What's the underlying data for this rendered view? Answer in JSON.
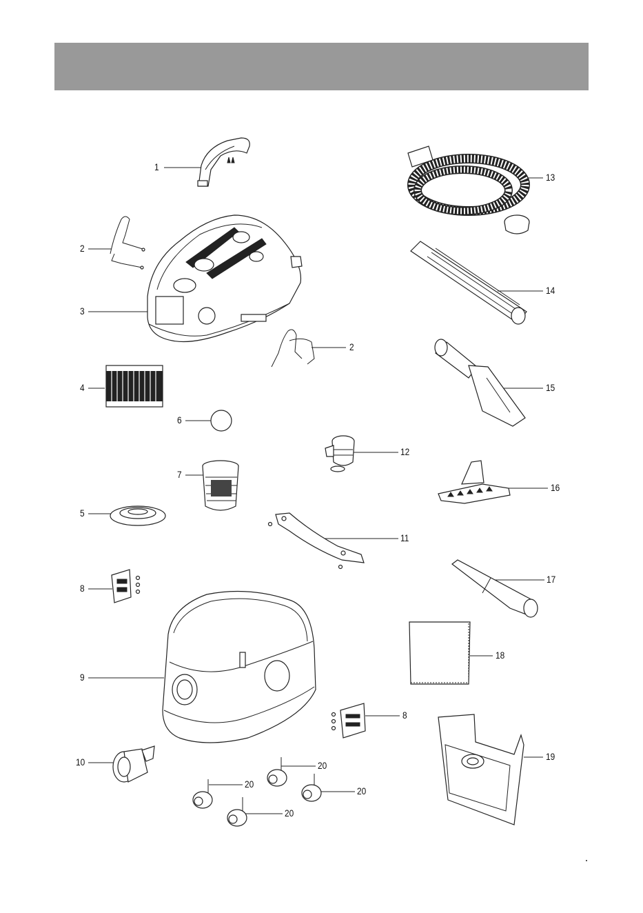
{
  "header": {
    "color": "#999999"
  },
  "labels": {
    "p1": "1",
    "p2a": "2",
    "p2b": "2",
    "p3": "3",
    "p4": "4",
    "p5": "5",
    "p6": "6",
    "p7": "7",
    "p8a": "8",
    "p8b": "8",
    "p9": "9",
    "p10": "10",
    "p11": "11",
    "p12": "12",
    "p13": "13",
    "p14": "14",
    "p15": "15",
    "p16": "16",
    "p17": "17",
    "p18": "18",
    "p19": "19",
    "p20a": "20",
    "p20b": "20",
    "p20c": "20",
    "p20d": "20"
  },
  "parts": [
    {
      "id": "1",
      "icon": "carry-handle-icon"
    },
    {
      "id": "2",
      "icon": "clip-wire-icon"
    },
    {
      "id": "3",
      "icon": "motor-head-icon"
    },
    {
      "id": "4",
      "icon": "cartridge-filter-icon"
    },
    {
      "id": "5",
      "icon": "float-ring-icon"
    },
    {
      "id": "6",
      "icon": "disc-icon"
    },
    {
      "id": "7",
      "icon": "filter-cage-icon"
    },
    {
      "id": "8",
      "icon": "bracket-icon"
    },
    {
      "id": "9",
      "icon": "tank-icon"
    },
    {
      "id": "10",
      "icon": "inlet-adapter-icon"
    },
    {
      "id": "11",
      "icon": "push-handle-icon"
    },
    {
      "id": "12",
      "icon": "hose-connector-icon"
    },
    {
      "id": "13",
      "icon": "hose-icon"
    },
    {
      "id": "14",
      "icon": "extension-tube-icon"
    },
    {
      "id": "15",
      "icon": "wet-nozzle-icon"
    },
    {
      "id": "16",
      "icon": "floor-nozzle-icon"
    },
    {
      "id": "17",
      "icon": "crevice-tool-icon"
    },
    {
      "id": "18",
      "icon": "filter-bag-icon"
    },
    {
      "id": "19",
      "icon": "paper-bag-icon"
    },
    {
      "id": "20",
      "icon": "caster-wheel-icon"
    }
  ]
}
